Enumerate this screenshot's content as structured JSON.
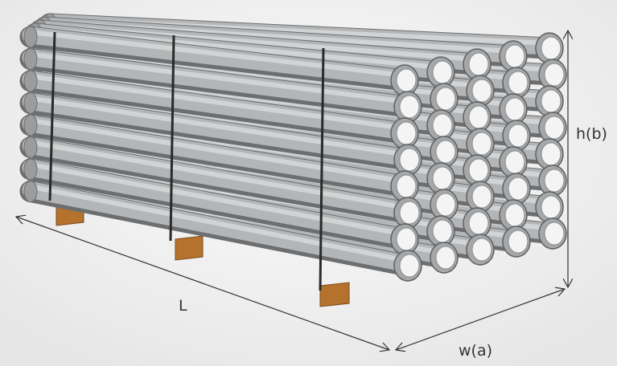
{
  "dimensions": {
    "height_label": "h(b)",
    "length_label": "L",
    "width_label": "w(a)"
  },
  "bundle": {
    "rows": 8,
    "columns": 5,
    "pipe_color": "#a9abad",
    "pallet_color": "#b5722c",
    "strap_color": "#2a2a2a"
  }
}
